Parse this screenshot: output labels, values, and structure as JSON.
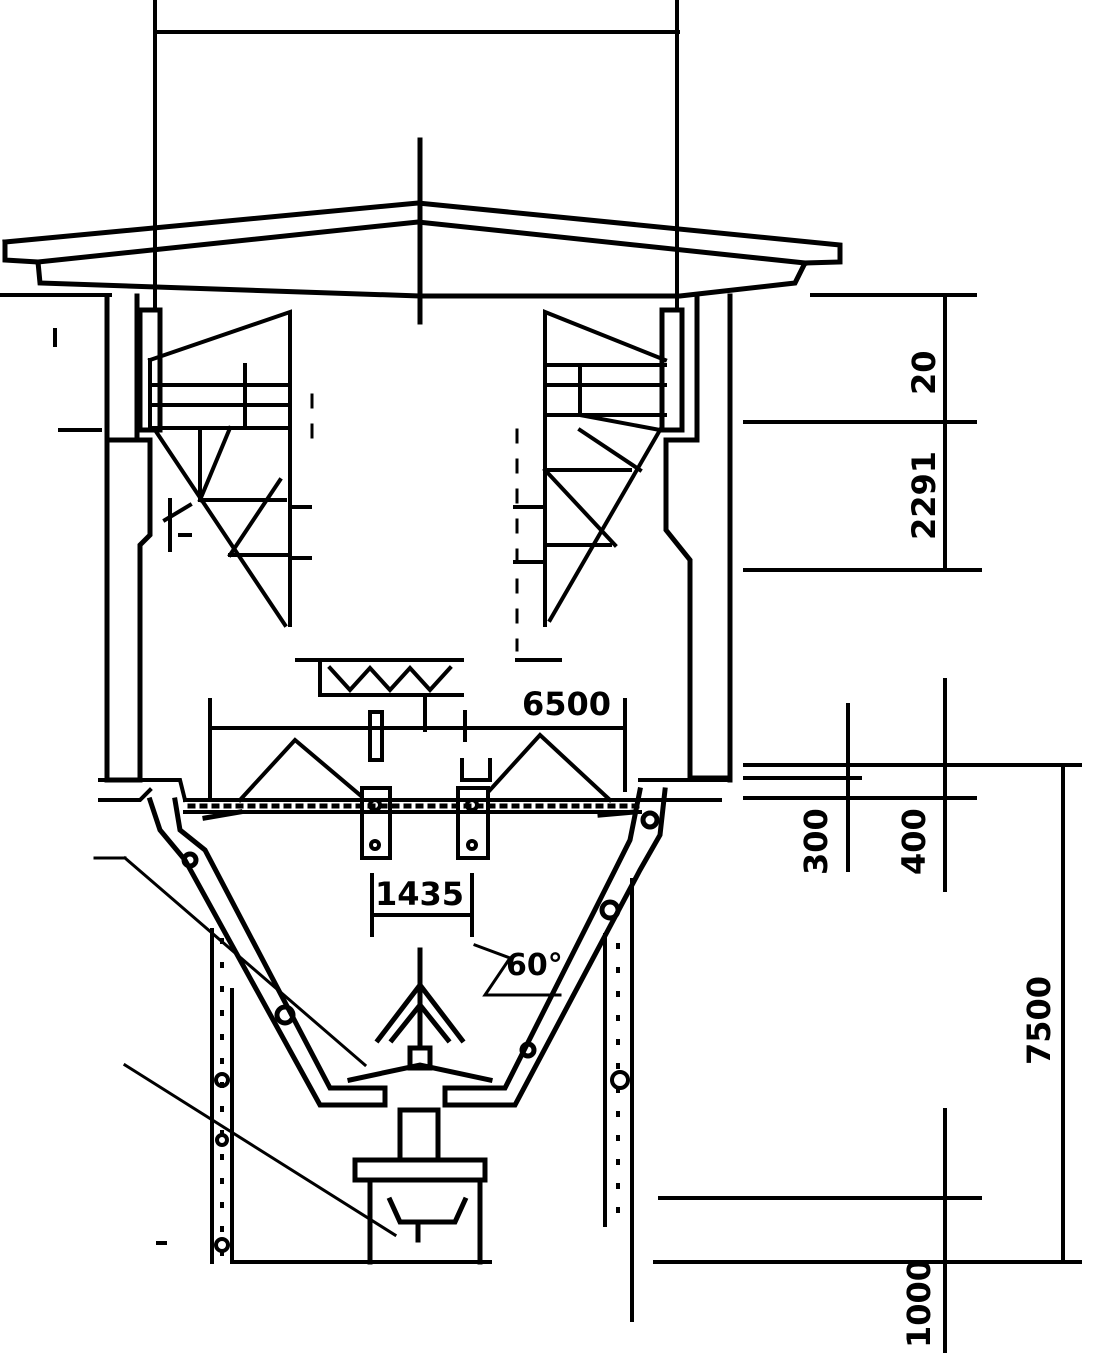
{
  "drawing": {
    "dimensions": {
      "top_right_upper": "20",
      "top_right_lower": "2291",
      "middle_span": "6500",
      "track_gauge": "1435",
      "side_left": "300",
      "side_right": "400",
      "tall_vertical": "7500",
      "bottom_vertical": "1000"
    },
    "angle_label": "60°",
    "colors": {
      "ink": "#000000",
      "paper": "#ffffff"
    }
  }
}
